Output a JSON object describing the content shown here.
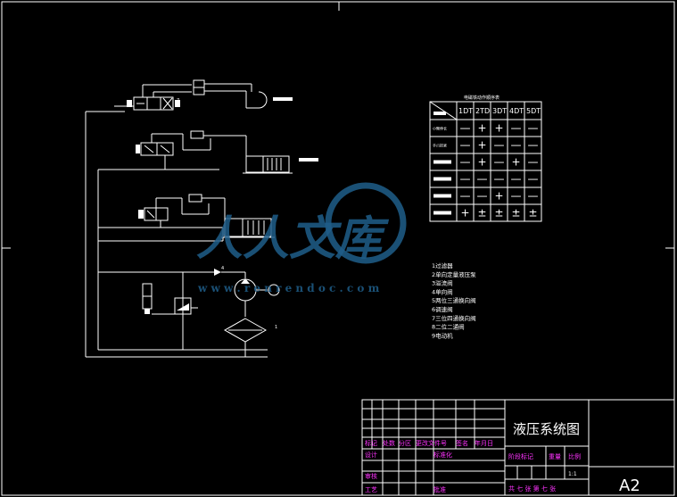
{
  "table": {
    "title": "电磁铁动作顺序表",
    "headers": [
      "1DT",
      "2TD",
      "3DT",
      "4DT",
      "5DT"
    ],
    "rows": [
      {
        "label": "小臂伸长",
        "cells": [
          "—",
          "+",
          "+",
          "—",
          "—"
        ]
      },
      {
        "label": "手爪抓紧",
        "cells": [
          "—",
          "+",
          "—",
          "—",
          "—"
        ]
      },
      {
        "label": "",
        "cells": [
          "—",
          "+",
          "—",
          "+",
          "—"
        ]
      },
      {
        "label": "",
        "cells": [
          "—",
          "—",
          "—",
          "—",
          "—"
        ]
      },
      {
        "label": "",
        "cells": [
          "—",
          "—",
          "+",
          "—",
          "—"
        ]
      },
      {
        "label": "",
        "cells": [
          "+",
          "±",
          "±",
          "±",
          "±"
        ]
      }
    ]
  },
  "legend": [
    "1过滤器",
    "2单向定量液压泵",
    "3溢流阀",
    "4单向阀",
    "5两位三通换向阀",
    "6调速阀",
    "7三位四通换向阀",
    "8二位二通阀",
    "9电动机"
  ],
  "watermark": {
    "brand": "人人文库",
    "url": "w w w . r e n r e n d o c . c o m"
  },
  "title_block": {
    "drawing_title": "液压系统图",
    "size": "A2",
    "scale_value": "1:1",
    "labels": {
      "mark": "标记",
      "count": "处数",
      "zone": "分区",
      "change_doc": "更改文件号",
      "sign": "签名",
      "date": "年月日",
      "design": "设计",
      "standard": "标准化",
      "stage_mark": "阶段标记",
      "weight": "重量",
      "scale": "比例",
      "review": "审核",
      "process": "工艺",
      "approve": "批准",
      "sheets": "共 七  张 第 七 张"
    }
  },
  "colors": {
    "line": "#ffffff",
    "text_accent": "#ff33ff",
    "watermark": "#1f5e8a",
    "background": "#000000"
  }
}
